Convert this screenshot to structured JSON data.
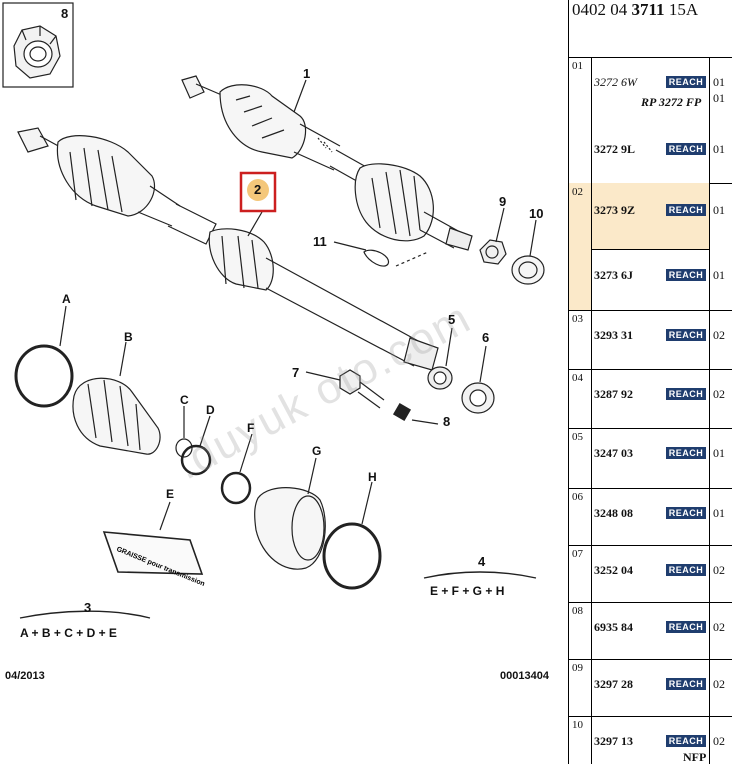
{
  "diagram": {
    "inset_label": "8",
    "callouts": {
      "c1": "1",
      "c2": "2",
      "c4": "4",
      "c5": "5",
      "c6": "6",
      "c7": "7",
      "c8": "8",
      "c9": "9",
      "c10": "10",
      "c11": "11",
      "c3": "3",
      "cA": "A",
      "cB": "B",
      "cC": "C",
      "cD": "D",
      "cE": "E",
      "cF": "F",
      "cG": "G",
      "cH": "H"
    },
    "formula_3": "A + B + C + D + E",
    "formula_4": "E + F + G + H",
    "grease_text": "GRAISSE pour transmission",
    "date": "04/2013",
    "ref": "00013404",
    "watermark": ".duyuk oto.com",
    "highlight_color": "#cc1f1f"
  },
  "table": {
    "header_prefix": "0402 04",
    "header_bold": "3711",
    "header_suffix": "15A",
    "reach_label": "REACH",
    "rows": [
      {
        "num": "01",
        "part_a": "3272 6W",
        "qty_a": "01",
        "qty_a2": "01",
        "note": "RP 3272 FP",
        "part_b": "3272 9L",
        "qty_b": "01"
      },
      {
        "num": "02",
        "part_a": "3273 9Z",
        "qty_a": "01",
        "part_b": "3273 6J",
        "qty_b": "01"
      },
      {
        "num": "03",
        "part": "3293 31",
        "qty": "02"
      },
      {
        "num": "04",
        "part": "3287 92",
        "qty": "02"
      },
      {
        "num": "05",
        "part": "3247 03",
        "qty": "01"
      },
      {
        "num": "06",
        "part": "3248 08",
        "qty": "01"
      },
      {
        "num": "07",
        "part": "3252 04",
        "qty": "02"
      },
      {
        "num": "08",
        "part": "6935 84",
        "qty": "02"
      },
      {
        "num": "09",
        "part": "3297 28",
        "qty": "02"
      },
      {
        "num": "10",
        "part": "3297 13",
        "qty": "02",
        "note": "NFP"
      }
    ]
  }
}
